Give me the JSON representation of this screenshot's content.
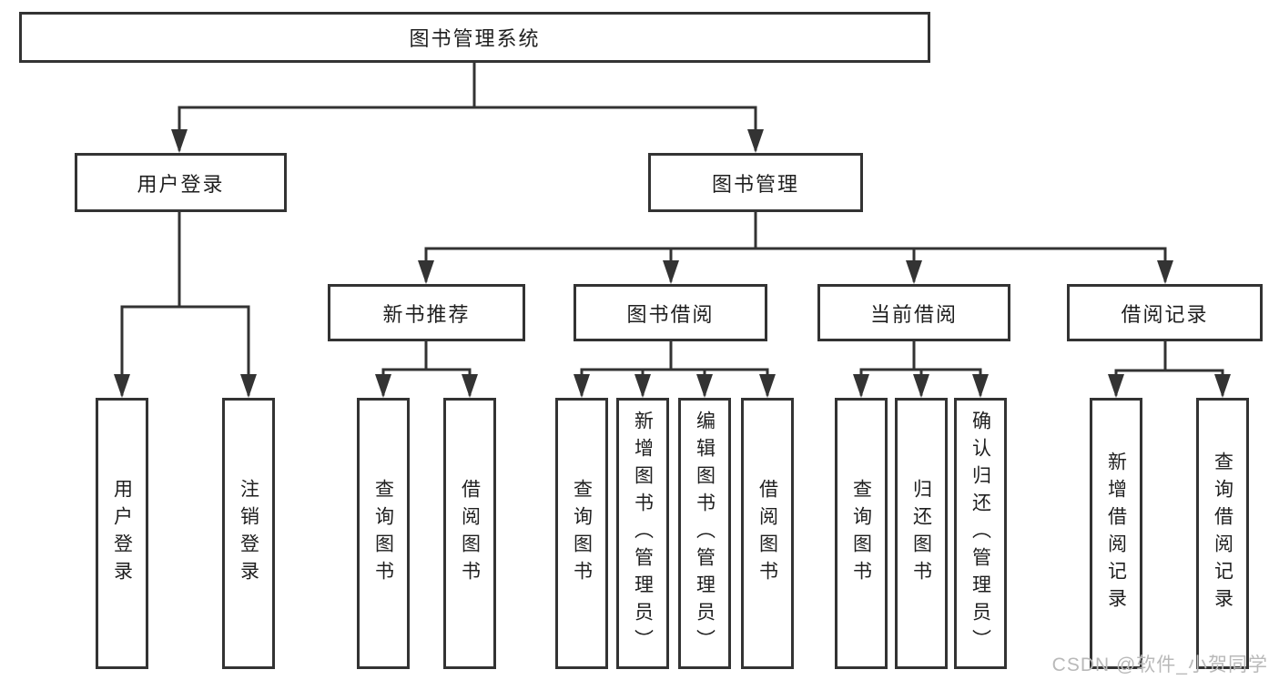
{
  "tree": {
    "label": "图书管理系统",
    "children": [
      {
        "label": "用户登录",
        "children": [
          {
            "label": "用户登录"
          },
          {
            "label": "注销登录"
          }
        ]
      },
      {
        "label": "图书管理",
        "children": [
          {
            "label": "新书推荐",
            "children": [
              {
                "label": "查询图书"
              },
              {
                "label": "借阅图书"
              }
            ]
          },
          {
            "label": "图书借阅",
            "children": [
              {
                "label": "查询图书"
              },
              {
                "label": "新增图书（管理员）"
              },
              {
                "label": "编辑图书（管理员）"
              },
              {
                "label": "借阅图书"
              }
            ]
          },
          {
            "label": "当前借阅",
            "children": [
              {
                "label": "查询图书"
              },
              {
                "label": "归还图书"
              },
              {
                "label": "确认归还（管理员）"
              }
            ]
          },
          {
            "label": "借阅记录",
            "children": [
              {
                "label": "新增借阅记录"
              },
              {
                "label": "查询借阅记录"
              }
            ]
          }
        ]
      }
    ]
  },
  "watermark": {
    "text": "CSDN @软件_小贺同学"
  },
  "colors": {
    "line": "#333333",
    "border": "#333333",
    "text": "#1f1f1f",
    "watermark": "#b9b9b9",
    "background": "#ffffff"
  }
}
